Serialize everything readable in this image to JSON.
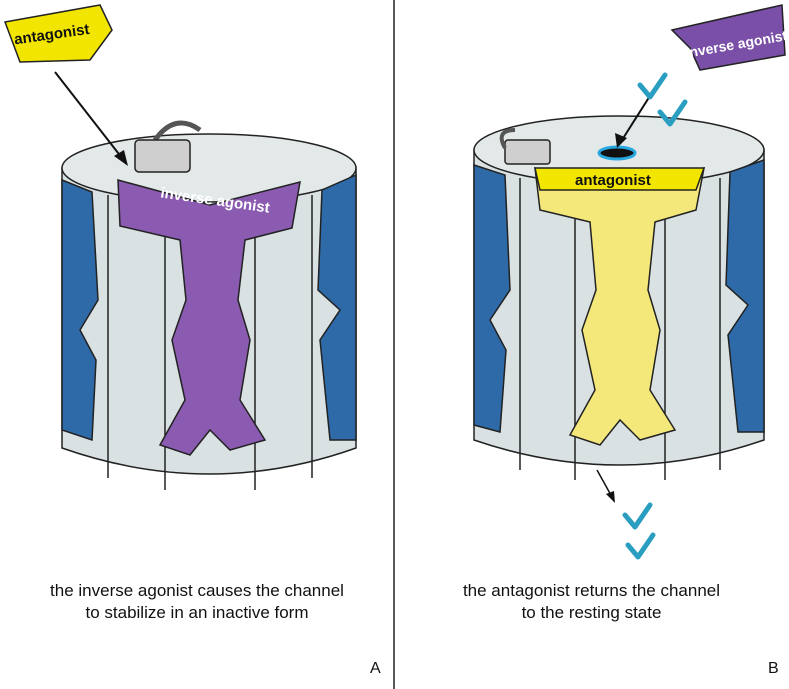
{
  "panel_a": {
    "letter": "A",
    "floating_label": "antagonist",
    "bound_label": "inverse agonist",
    "caption_line1": "the inverse agonist causes the channel",
    "caption_line2": "to stabilize in an inactive form"
  },
  "panel_b": {
    "letter": "B",
    "floating_label": "inverse agonist",
    "bound_label": "antagonist",
    "caption_line1": "the antagonist returns the channel",
    "caption_line2": "to the resting state"
  },
  "colors": {
    "channel_body": "#d9e1e2",
    "channel_blue": "#2e6aa8",
    "inverse_agonist": "#8a5bb0",
    "antagonist": "#f5e87a",
    "antagonist_tag": "#f2e600",
    "check": "#2a9ec0"
  }
}
